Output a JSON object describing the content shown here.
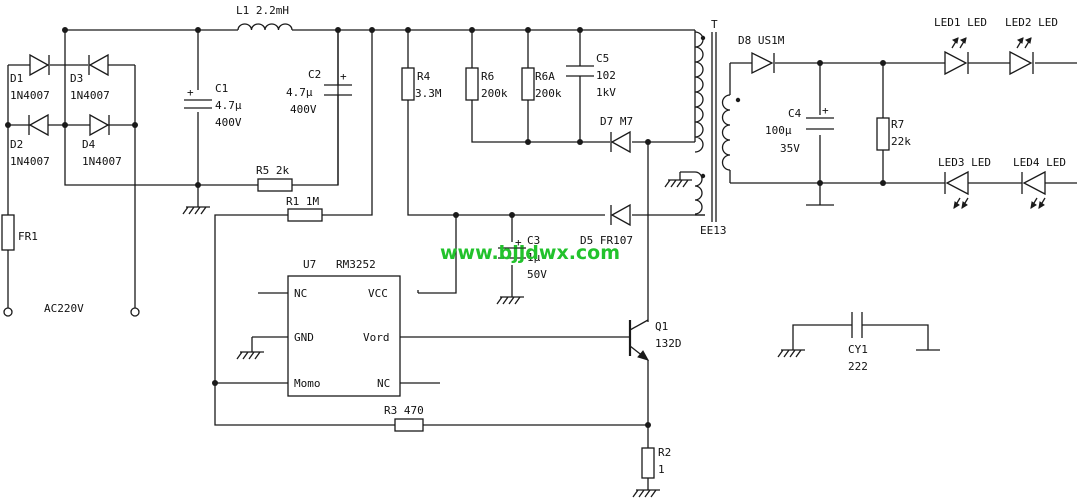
{
  "labels": {
    "L1": "L1 2.2mH",
    "C1": "C1",
    "C1v": "4.7μ",
    "C1r": "400V",
    "C2": "C2",
    "C2v": "4.7μ",
    "C2r": "400V",
    "D1": "D1",
    "D1t": "1N4007",
    "D2": "D2",
    "D2t": "1N4007",
    "D3": "D3",
    "D3t": "1N4007",
    "D4": "D4",
    "D4t": "1N4007",
    "R5": "R5 2k",
    "FR1": "FR1",
    "AC": "AC220V",
    "R1": "R1 1M",
    "R4": "R4",
    "R4v": "3.3M",
    "R6": "R6",
    "R6v": "200k",
    "R6A": "R6A",
    "R6Av": "200k",
    "C5": "C5",
    "C5v": "102",
    "C5r": "1kV",
    "D7": "D7 M7",
    "T": "T",
    "EE13": "EE13",
    "D5": "D5 FR107",
    "C3": "C3",
    "C3v": "1μ",
    "C3r": "50V",
    "U7": "U7",
    "RM": "RM3252",
    "pNC1": "NC",
    "pVCC": "VCC",
    "pGND": "GND",
    "pVord": "Vord",
    "pMomo": "Momo",
    "pNC2": "NC",
    "Q1": "Q1",
    "Q1t": "132D",
    "R3": "R3 470",
    "R2": "R2",
    "R2v": "1",
    "D8": "D8 US1M",
    "C4": "C4",
    "C4v": "100μ",
    "C4r": "35V",
    "R7": "R7",
    "R7v": "22k",
    "LED1": "LED1 LED",
    "LED2": "LED2 LED",
    "LED3": "LED3 LED",
    "LED4": "LED4 LED",
    "CY1": "CY1",
    "CY1v": "222",
    "plus": "+"
  },
  "watermark": "www.bjjdwx.com",
  "colors": {
    "ink": "#1a1a1a",
    "watermark": "#22c22c",
    "background": "#ffffff"
  }
}
